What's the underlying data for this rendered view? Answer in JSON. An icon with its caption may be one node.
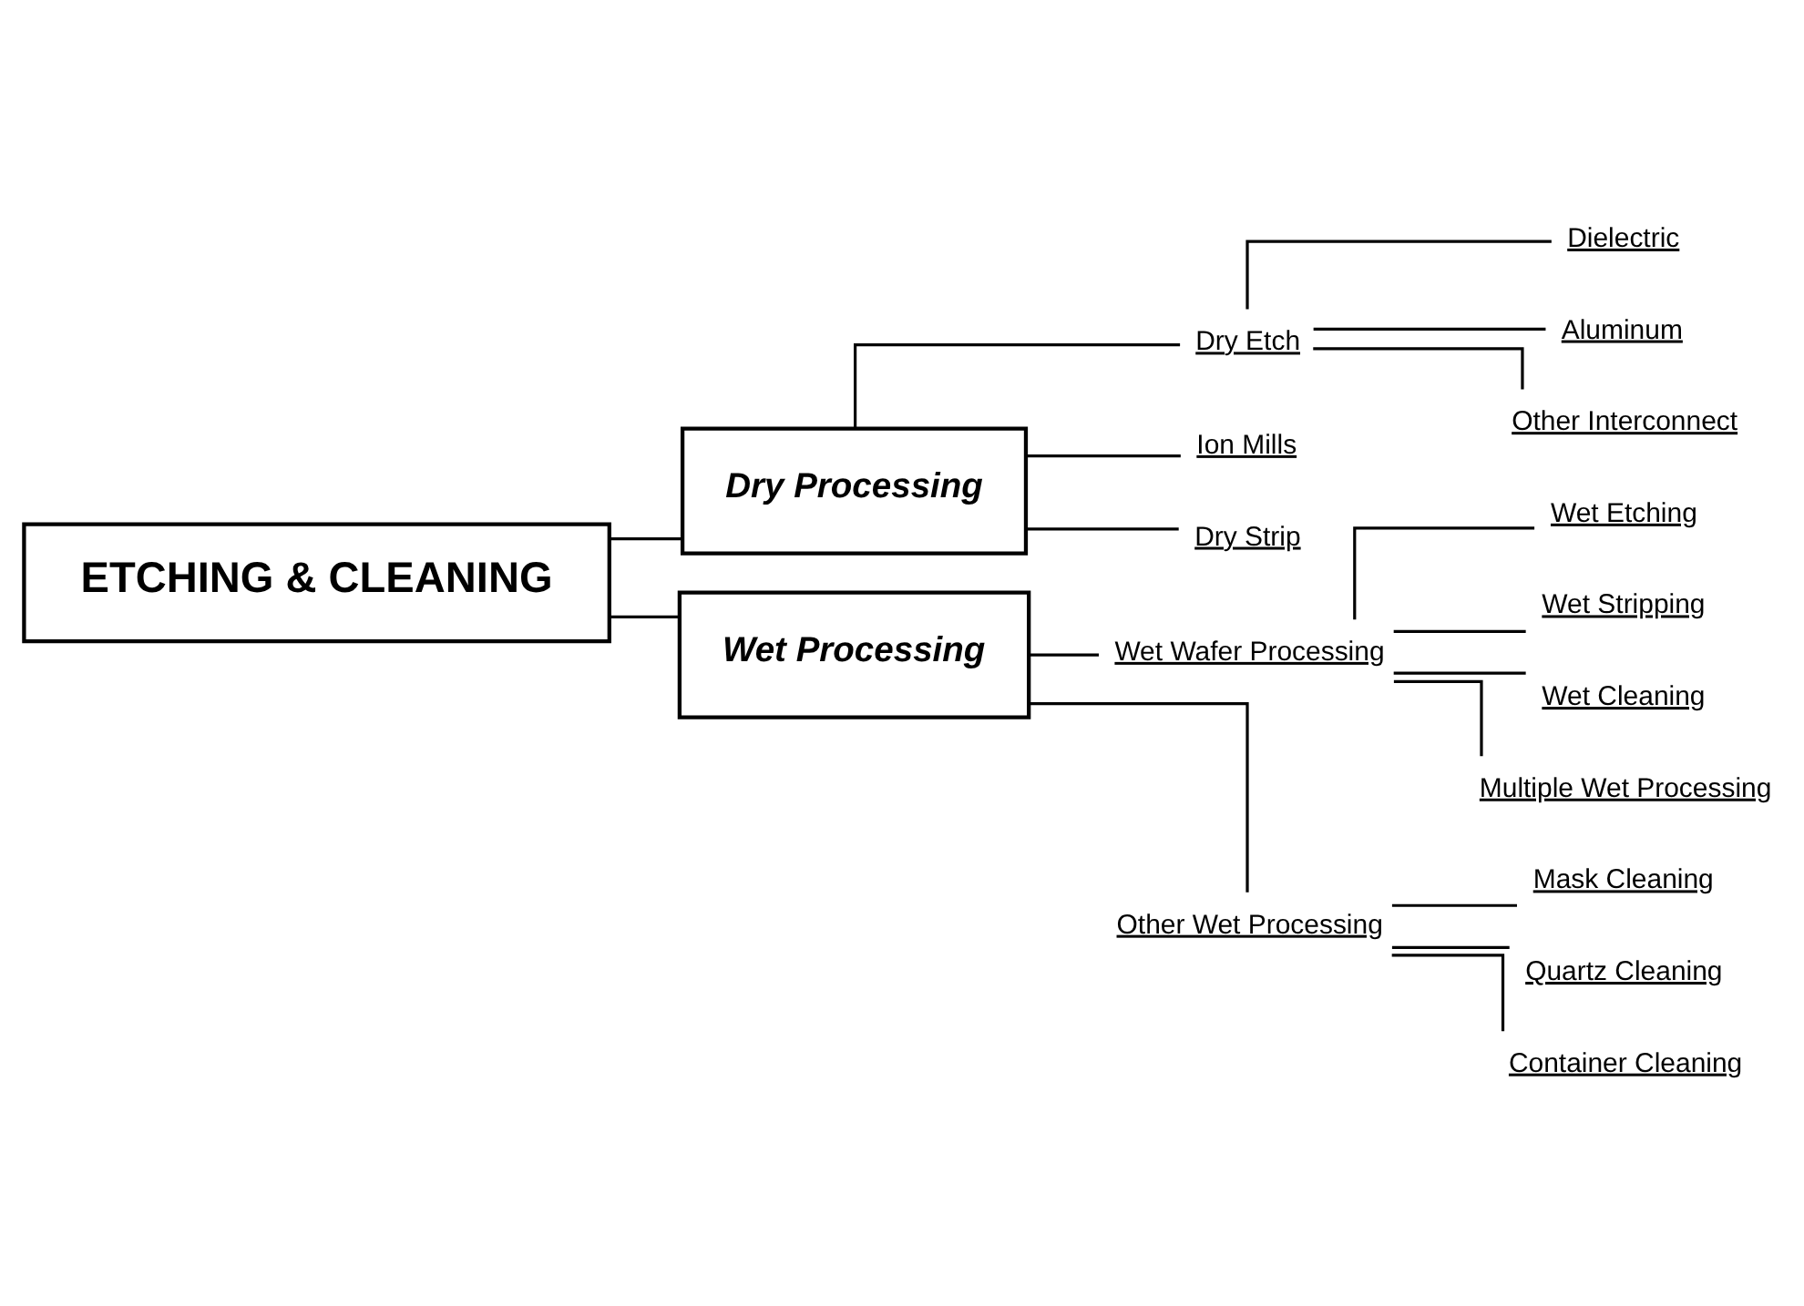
{
  "diagram": {
    "nodes": [
      {
        "text": [
          "ETCHING & CLEANING"
        ]
      },
      {
        "text": [
          "Dry Processing"
        ]
      },
      {
        "text": [
          "Wet Processing"
        ]
      },
      {
        "text": [
          "Dry Etch"
        ]
      },
      {
        "text": [
          "Dielectric"
        ]
      },
      {
        "text": [
          "Aluminum"
        ]
      },
      {
        "text": [
          "Other Interconnect"
        ]
      },
      {
        "text": [
          "Ion Mills"
        ]
      },
      {
        "text": [
          "Dry Strip"
        ]
      },
      {
        "text": [
          "Wet Wafer Processing"
        ]
      },
      {
        "text": [
          "Wet Etching"
        ]
      },
      {
        "text": [
          "Wet Stripping"
        ]
      },
      {
        "text": [
          "Wet Cleaning"
        ]
      },
      {
        "text": [
          "Multiple Wet Processing"
        ]
      },
      {
        "text": [
          "Other Wet Processing"
        ]
      },
      {
        "text": [
          "Mask Cleaning"
        ]
      },
      {
        "text": [
          "Quartz Cleaning"
        ]
      },
      {
        "text": [
          "Container Cleaning"
        ]
      }
    ],
    "edges": [
      {
        "from": 0,
        "to": 1,
        "arrow": "none"
      },
      {
        "from": 0,
        "to": 2,
        "arrow": "none"
      },
      {
        "from": 1,
        "to": 3,
        "arrow": "none"
      },
      {
        "from": 3,
        "to": 4,
        "arrow": "none"
      },
      {
        "from": 3,
        "to": 5,
        "arrow": "none"
      },
      {
        "from": 3,
        "to": 6,
        "arrow": "none"
      },
      {
        "from": 1,
        "to": 7,
        "arrow": "none"
      },
      {
        "from": 1,
        "to": 8,
        "arrow": "none"
      },
      {
        "from": 2,
        "to": 9,
        "arrow": "none"
      },
      {
        "from": 9,
        "to": 10,
        "arrow": "none"
      },
      {
        "from": 9,
        "to": 11,
        "arrow": "none"
      },
      {
        "from": 9,
        "to": 12,
        "arrow": "none"
      },
      {
        "from": 9,
        "to": 13,
        "arrow": "none"
      },
      {
        "from": 2,
        "to": 14,
        "arrow": "none"
      },
      {
        "from": 14,
        "to": 15,
        "arrow": "none"
      },
      {
        "from": 14,
        "to": 16,
        "arrow": "none"
      },
      {
        "from": 14,
        "to": 17,
        "arrow": "none"
      }
    ]
  }
}
